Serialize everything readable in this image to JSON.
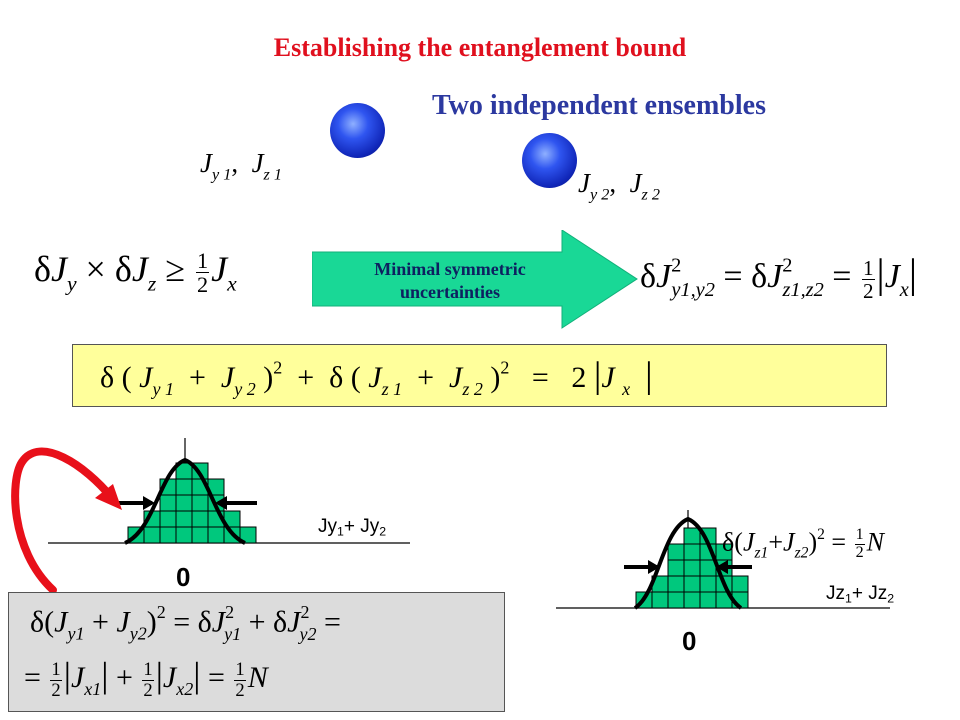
{
  "title": "Establishing the entanglement bound",
  "subtitle": "Two independent ensembles",
  "ensemble1": {
    "op1": "J",
    "sub1": "y 1",
    "sep": ",",
    "op2": "J",
    "sub2": "z 1"
  },
  "ensemble2": {
    "op1": "J",
    "sub1": "y 2",
    "sep": ",",
    "op2": "J",
    "sub2": "z 2"
  },
  "uncertainty_relation": {
    "delta": "δ",
    "J": "J",
    "sub_y": "y",
    "times": "×",
    "sub_z": "z",
    "geq": "≥",
    "num": "1",
    "den": "2",
    "sub_x": "x"
  },
  "arrow_label": {
    "line1": "Minimal symmetric",
    "line2": "uncertainties"
  },
  "symmetric_equation": {
    "delta": "δ",
    "J": "J",
    "sub_left": "y1,y2",
    "sq": "2",
    "eq": "=",
    "sub_right": "z1,z2",
    "num": "1",
    "den": "2",
    "sub_x": "x"
  },
  "sum_equation": {
    "delta": "δ",
    "open": "(",
    "J": "J",
    "sub_y1": "y 1",
    "plus": "+",
    "sub_y2": "y 2",
    "close": ")",
    "sq": "2",
    "sub_z1": "z 1",
    "sub_z2": "z 2",
    "eq": "=",
    "coef": "2",
    "sub_x": "x"
  },
  "left_histogram": {
    "axis_base": "Jy",
    "sub1": "1",
    "plus": "+",
    "sub2": "2",
    "zero": "0"
  },
  "right_histogram": {
    "axis_base": "Jz",
    "sub1": "1",
    "plus": "+",
    "sub2": "2",
    "zero": "0",
    "eq": {
      "delta": "δ",
      "open": "(",
      "J": "J",
      "sub1": "z1",
      "plus": "+",
      "sub2": "z2",
      "close": ")",
      "sq": "2",
      "eq": "=",
      "num": "1",
      "den": "2",
      "N": "N"
    }
  },
  "gray_box": {
    "line1": {
      "delta": "δ",
      "open": "(",
      "J": "J",
      "sub_y1": "y1",
      "plus": "+",
      "sub_y2": "y2",
      "close": ")",
      "sq": "2",
      "eq": "=",
      "eq2": "="
    },
    "line2": {
      "eq": "=",
      "num": "1",
      "den": "2",
      "J": "J",
      "sub_x1": "x1",
      "plus": "+",
      "sub_x2": "x2",
      "N": "N"
    }
  },
  "colors": {
    "title": "#e0101e",
    "subtitle": "#2c39a0",
    "arrow_fill": "#19d896",
    "histogram_fill": "#00c87d",
    "pointer": "#e8101a",
    "yellow_box": "#ffff9b",
    "gray_box": "#dcdcdc"
  }
}
